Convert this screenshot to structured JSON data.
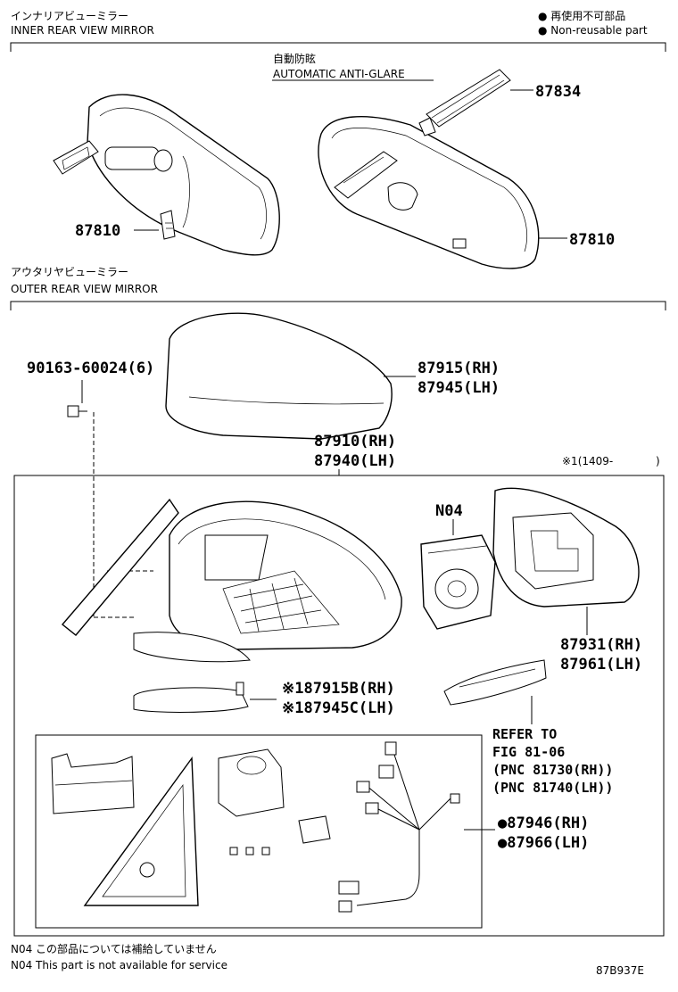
{
  "header": {
    "inner_title_jp": "インナリアビューミラー",
    "inner_title_en": "INNER REAR VIEW MIRROR",
    "legend_jp": "● 再使用不可部品",
    "legend_en": "● Non-reusable part",
    "anti_glare_jp": "自動防眩",
    "anti_glare_en": "AUTOMATIC ANTI-GLARE"
  },
  "outer": {
    "title_jp": "アウタリヤビューミラー",
    "title_en": "OUTER REAR VIEW MIRROR",
    "note_code": "※1(1409-",
    "note_close": ")"
  },
  "parts": {
    "p87834": "87834",
    "p87810_left": "87810",
    "p87810_right": "87810",
    "p90163": "90163-60024(6)",
    "p87915": "87915(RH)",
    "p87945": "87945(LH)",
    "p87910": "87910(RH)",
    "p87940": "87940(LH)",
    "n04": "N04",
    "p87931": "87931(RH)",
    "p87961": "87961(LH)",
    "p87915b": "※187915B(RH)",
    "p87945c": "※187945C(LH)",
    "p87946": "●87946(RH)",
    "p87966": "●87966(LH)"
  },
  "refer": {
    "line1": "REFER TO",
    "line2": "FIG 81-06",
    "line3": "(PNC 81730(RH))",
    "line4": "(PNC 81740(LH))"
  },
  "footer": {
    "note_jp": "N04 この部品については補給していません",
    "note_en": "N04 This part is not available for service",
    "figure_code": "87B937E"
  }
}
